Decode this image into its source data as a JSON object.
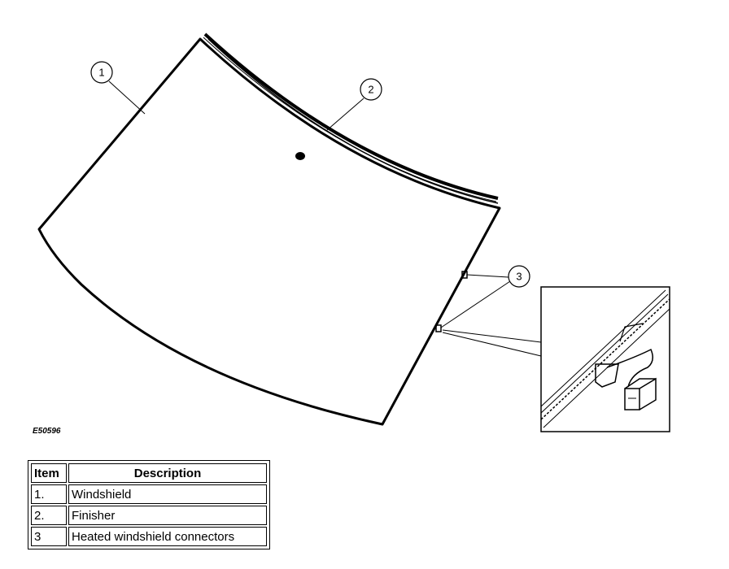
{
  "figure_id": "E50596",
  "callouts": [
    {
      "number": "1"
    },
    {
      "number": "2"
    },
    {
      "number": "3"
    }
  ],
  "legend": {
    "header_item": "Item",
    "header_description": "Description",
    "rows": [
      {
        "item": "1.",
        "description": "Windshield"
      },
      {
        "item": "2.",
        "description": "Finisher"
      },
      {
        "item": "3",
        "description": "Heated windshield connectors"
      }
    ]
  },
  "colors": {
    "line": "#000000",
    "background": "#ffffff"
  }
}
